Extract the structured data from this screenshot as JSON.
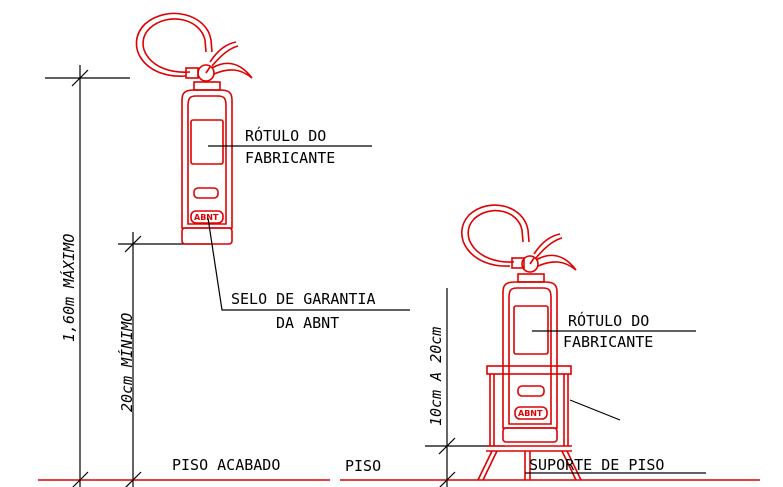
{
  "labels": {
    "rotulo_line1": "RÓTULO DO",
    "rotulo_line2": "FABRICANTE",
    "selo_line1": "SELO DE GARANTIA",
    "selo_line2": "DA ABNT",
    "max_height": "1,60m MÁXIMO",
    "min_height": "20cm MÍNIMO",
    "piso_acabado": "PISO ACABADO",
    "piso": "PISO",
    "range_height": "10cm A 20cm",
    "suporte": "SUPORTE DE PISO",
    "abnt_badge": "ABNT"
  },
  "colors": {
    "extinguisher": "#e00000",
    "floor_line": "#e00000",
    "annotation": "#000000"
  }
}
